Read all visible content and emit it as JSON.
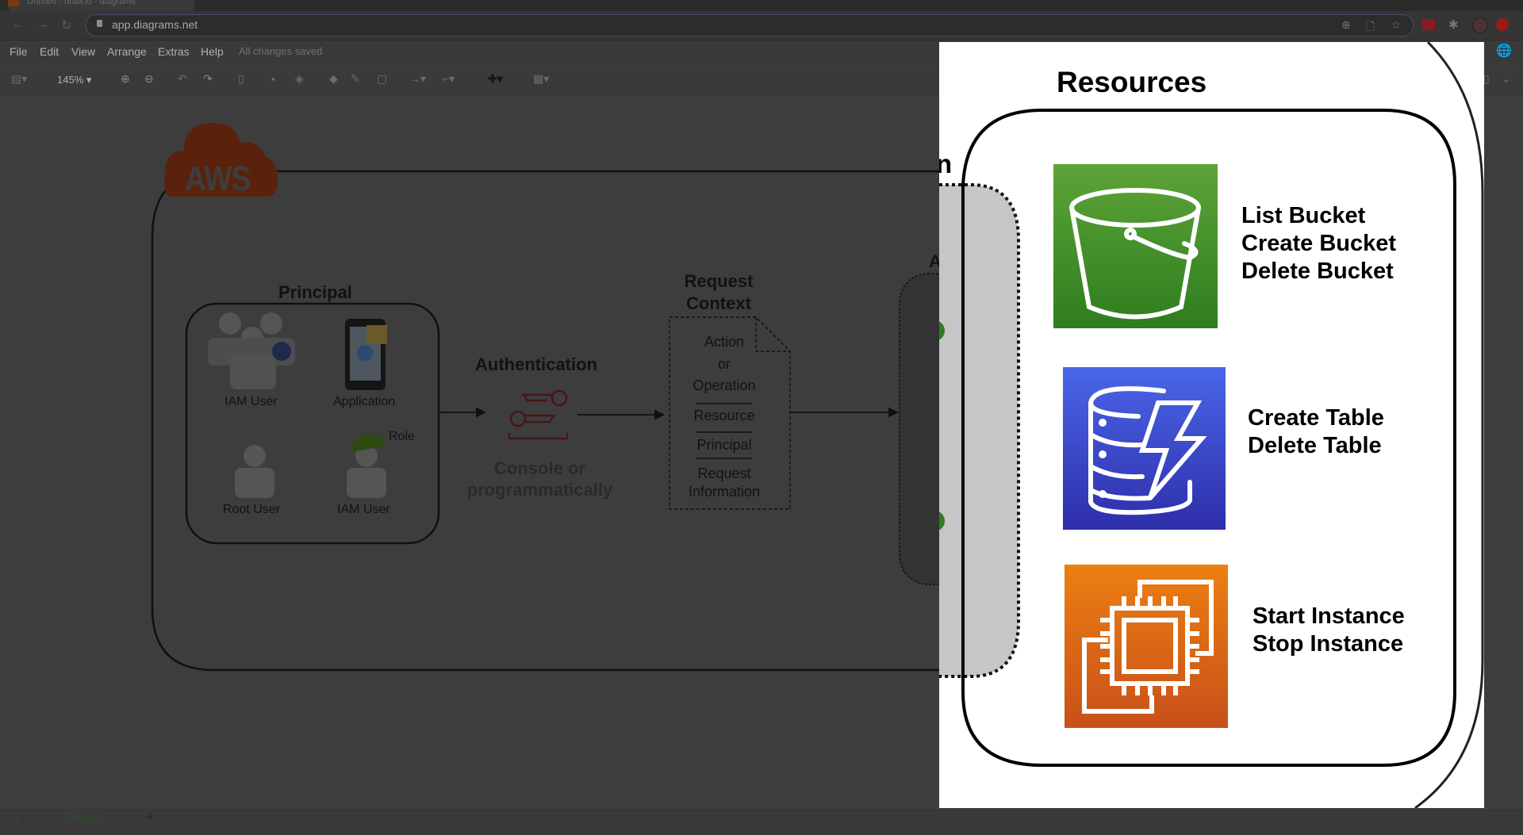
{
  "browser": {
    "tab_title": "Untitled - draw.io - diagrams",
    "url": "app.diagrams.net"
  },
  "menu": {
    "items": [
      "File",
      "Edit",
      "View",
      "Arrange",
      "Extras",
      "Help"
    ],
    "status": "All changes saved"
  },
  "toolbar": {
    "zoom": "145%"
  },
  "footer": {
    "page_tab": "Page-1"
  },
  "diagram": {
    "aws_label": "AWS",
    "principal": {
      "title": "Principal",
      "items": [
        {
          "label": "IAM User",
          "icon": "users-group-icon"
        },
        {
          "label": "Application",
          "icon": "mobile-app-icon"
        },
        {
          "label": "Root User",
          "icon": "user-icon"
        },
        {
          "label": "IAM User",
          "icon": "user-with-hardhat-icon",
          "badge": "Role"
        }
      ]
    },
    "authentication": {
      "title": "Authentication",
      "subtitle_line1": "Console or",
      "subtitle_line2": "programmatically"
    },
    "request_context": {
      "title_line1": "Request",
      "title_line2": "Context",
      "rows": [
        "Action",
        "or",
        "Operation",
        "Resource",
        "Principal",
        "Request",
        "Information"
      ]
    },
    "partial_heading_n": "n",
    "partial_heading_a": "A"
  },
  "resources": {
    "title": "Resources",
    "services": [
      {
        "name": "s3",
        "icon": "s3-bucket-icon",
        "color_top": "#5da438",
        "color_bottom": "#2f7d1f",
        "actions": [
          "List Bucket",
          "Create Bucket",
          "Delete Bucket"
        ]
      },
      {
        "name": "dynamodb",
        "icon": "dynamodb-icon",
        "color_top": "#4a66e8",
        "color_bottom": "#2e2eaa",
        "actions": [
          "Create Table",
          "Delete Table"
        ]
      },
      {
        "name": "ec2",
        "icon": "ec2-chip-icon",
        "color_top": "#ec7f12",
        "color_bottom": "#c8501a",
        "actions": [
          "Start Instance",
          "Stop Instance"
        ]
      }
    ]
  }
}
